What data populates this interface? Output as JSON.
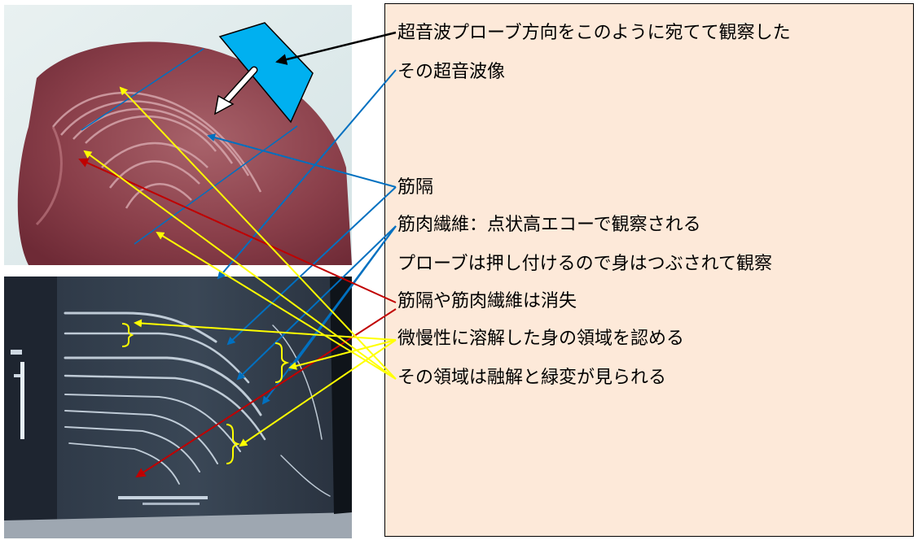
{
  "panel": {
    "lines": [
      "超音波プローブ方向をこのように宛てて観察した",
      "その超音波像",
      "筋隔",
      "筋肉繊維：点状高エコーで観察される",
      "プローブは押し付けるので身はつぶされて観察",
      "筋隔や筋肉繊維は消失",
      "微慢性に溶解した身の領域を認める",
      "その領域は融解と緑変が見られる"
    ]
  },
  "colors": {
    "panel_bg": "#fde9d9",
    "probe": "#00b0f0",
    "arrow_blue": "#0070c0",
    "arrow_yellow": "#ffff00",
    "arrow_red": "#c00000",
    "arrow_black": "#000000"
  }
}
